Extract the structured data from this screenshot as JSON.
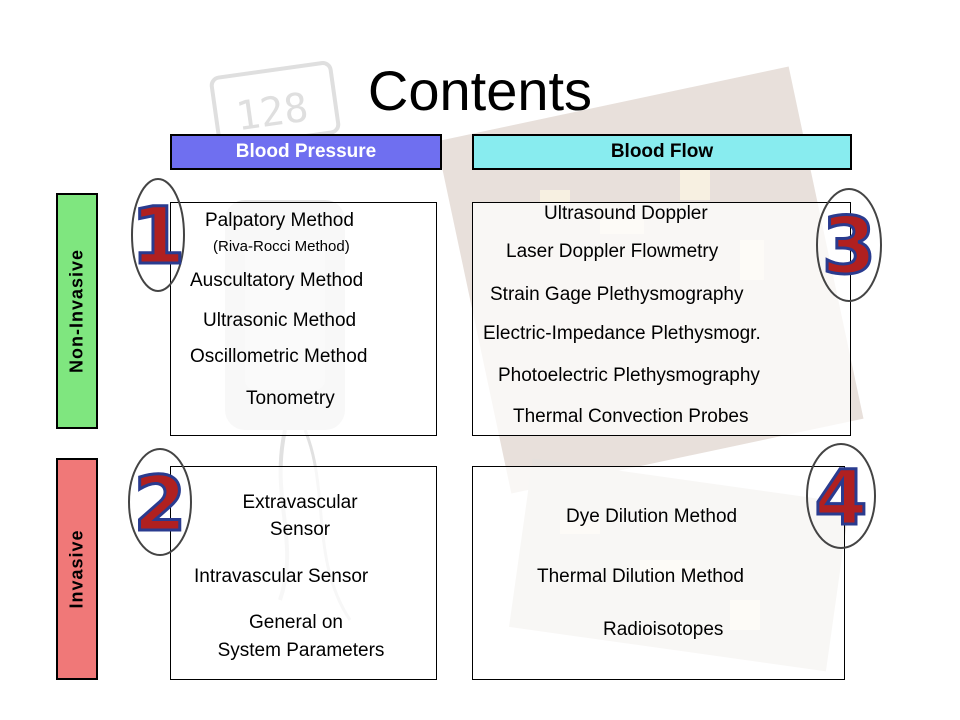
{
  "title": "Contents",
  "columns": {
    "blood_pressure": "Blood Pressure",
    "blood_flow": "Blood Flow"
  },
  "rows": {
    "non_invasive": "Non-Invasive",
    "invasive": "Invasive"
  },
  "quadrant1": {
    "number": "1",
    "items": [
      "Palpatory Method",
      "(Riva-Rocci Method)",
      "Auscultatory Method",
      "Ultrasonic Method",
      "Oscillometric Method",
      "Tonometry"
    ]
  },
  "quadrant2": {
    "number": "2",
    "items": [
      "Extravascular",
      "Sensor",
      "Intravascular Sensor",
      "General on",
      "System Parameters"
    ]
  },
  "quadrant3": {
    "number": "3",
    "items": [
      "Ultrasound Doppler",
      "Laser Doppler Flowmetry",
      "Strain Gage Plethysmography",
      "Electric-Impedance Plethysmogr.",
      "Photoelectric Plethysmography",
      "Thermal Convection Probes"
    ]
  },
  "quadrant4": {
    "number": "4",
    "items": [
      "Dye Dilution Method",
      "Thermal Dilution Method",
      "Radioisotopes"
    ]
  },
  "colors": {
    "blood_pressure_header": "#6f6ff0",
    "blood_flow_header": "#88ecef",
    "non_invasive_header": "#7fe67f",
    "invasive_header": "#f07878",
    "number_red": "#b02020",
    "number_blue": "#2a3b8f"
  }
}
